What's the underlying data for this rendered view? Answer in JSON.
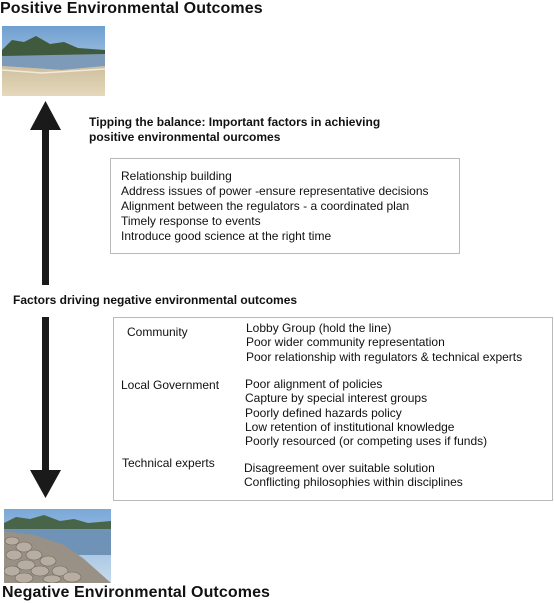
{
  "headings": {
    "positive": "Positive Environmental Outcomes",
    "negative": "Negative Environmental Outcomes"
  },
  "tipping": {
    "title_line1": "Tipping the balance: Important factors in achieving",
    "title_line2": "positive environmental ourcomes",
    "factors": [
      "Relationship building",
      "Address issues of power  -ensure representative decisions",
      "Alignment between the regulators - a coordinated plan",
      "Timely response to events",
      "Introduce good science at the right time"
    ]
  },
  "negative": {
    "title": "Factors driving negative environmental outcomes",
    "categories": [
      {
        "name": "Community",
        "items": [
          "Lobby Group (hold the line)",
          "Poor wider community representation",
          "Poor relationship with regulators & technical experts"
        ]
      },
      {
        "name": "Local Government",
        "items": [
          "Poor alignment of policies",
          "Capture by special interest groups",
          "Poorly defined hazards policy",
          "Low retention of institutional knowledge",
          "Poorly resourced (or competing uses if funds)"
        ]
      },
      {
        "name": "Technical experts",
        "items": [
          "Disagreement over suitable solution",
          "Conflicting philosophies within disciplines"
        ]
      }
    ]
  },
  "colors": {
    "arrow": "#1a1a1a",
    "box_border": "#b9b9b9",
    "sky": "#8fb4d8",
    "sea": "#6f8fb0",
    "sand": "#d8c9a8"
  },
  "icons": {
    "up_arrow": "up-arrow-icon",
    "down_arrow": "down-arrow-icon"
  }
}
